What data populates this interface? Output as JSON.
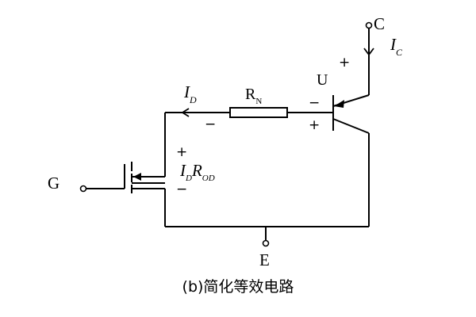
{
  "caption": "(b)简化等效电路",
  "terminals": {
    "collector": "C",
    "gate": "G",
    "emitter": "E"
  },
  "bjt": {
    "label": "U"
  },
  "resistor": {
    "name": "R",
    "sub": "N"
  },
  "currents": {
    "collector": {
      "sym": "I",
      "sub": "C"
    },
    "drain": {
      "sym": "I",
      "sub": "D"
    }
  },
  "voltage_drop": {
    "i": "I",
    "i_sub": "D",
    "r": "R",
    "r_sub": "OD"
  },
  "signs": {
    "plus": "+",
    "minus": "−"
  }
}
